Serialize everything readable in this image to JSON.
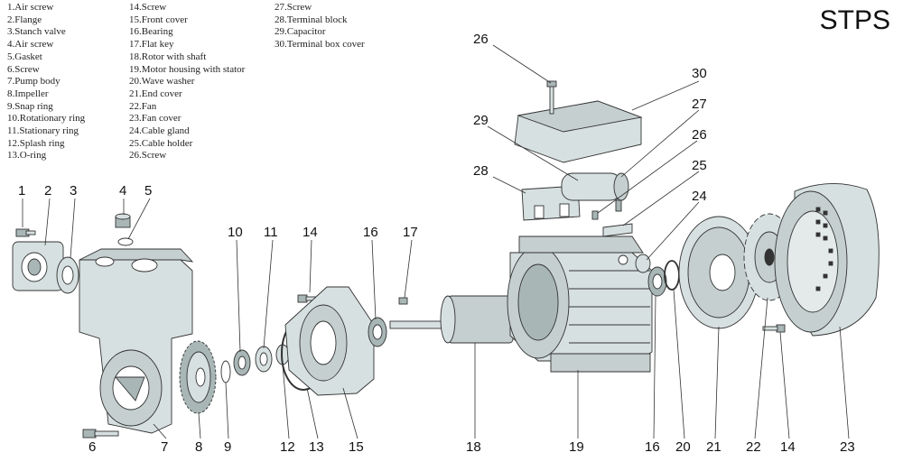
{
  "title": "STPS",
  "legend": {
    "col1": [
      "1.Air screw",
      "2.Flange",
      "3.Stanch valve",
      "4.Air screw",
      "5.Gasket",
      "6.Screw",
      "7.Pump body",
      "8.Impeller",
      "9.Snap ring",
      "10.Rotationary ring",
      "11.Stationary ring",
      "12.Splash ring",
      "13.O-ring"
    ],
    "col2": [
      "14.Screw",
      "15.Front cover",
      "16.Bearing",
      "17.Flat key",
      "18.Rotor with shaft",
      "19.Motor housing with stator",
      "20.Wave washer",
      "21.End cover",
      "22.Fan",
      "23.Fan cover",
      "24.Cable gland",
      "25.Cable holder",
      "26.Screw"
    ],
    "col3": [
      "27.Screw",
      "28.Terminal block",
      "29.Capacitor",
      "30.Terminal box cover"
    ]
  },
  "callouts": [
    "1",
    "2",
    "3",
    "4",
    "5",
    "6",
    "7",
    "8",
    "9",
    "10",
    "11",
    "12",
    "13",
    "14",
    "15",
    "16",
    "17",
    "18",
    "19",
    "16",
    "20",
    "21",
    "22",
    "14",
    "23",
    "26",
    "30",
    "27",
    "29",
    "26",
    "28",
    "25",
    "24"
  ],
  "colors": {
    "part_fill": "#d7e0e0",
    "part_dark": "#a9b6b6",
    "line": "#333333"
  }
}
